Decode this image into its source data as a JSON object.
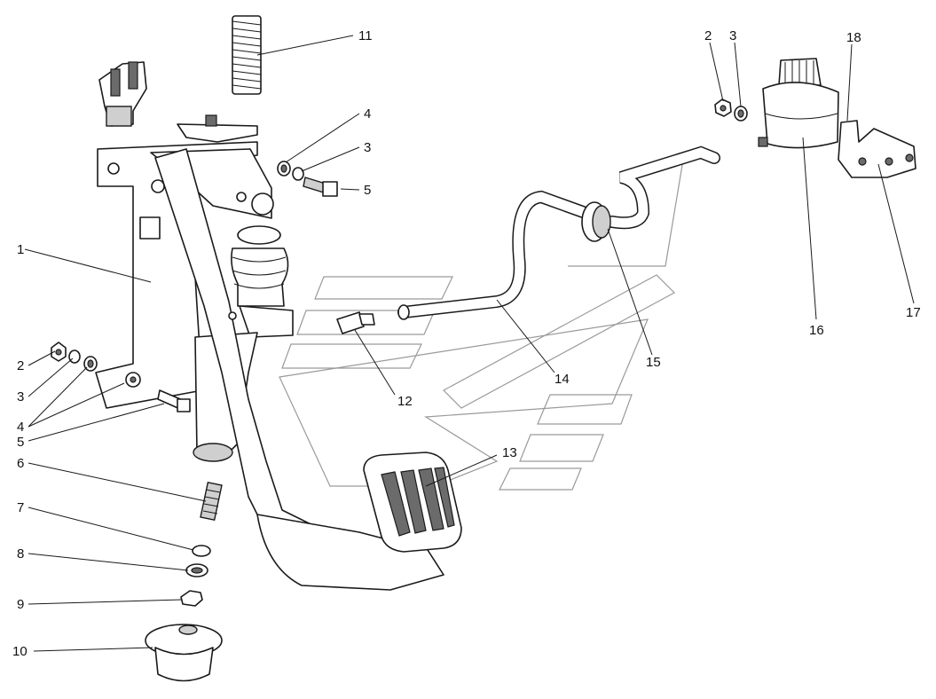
{
  "labels": {
    "l1": "1",
    "l2a": "2",
    "l3a": "3",
    "l4a": "4",
    "l5a": "5",
    "l6": "6",
    "l7": "7",
    "l8": "8",
    "l9": "9",
    "l10": "10",
    "l11": "11",
    "l4b": "4",
    "l3b": "3",
    "l5b": "5",
    "l12": "12",
    "l13": "13",
    "l14": "14",
    "l15": "15",
    "l2b": "2",
    "l3c": "3",
    "l18": "18",
    "l16": "16",
    "l17": "17"
  }
}
